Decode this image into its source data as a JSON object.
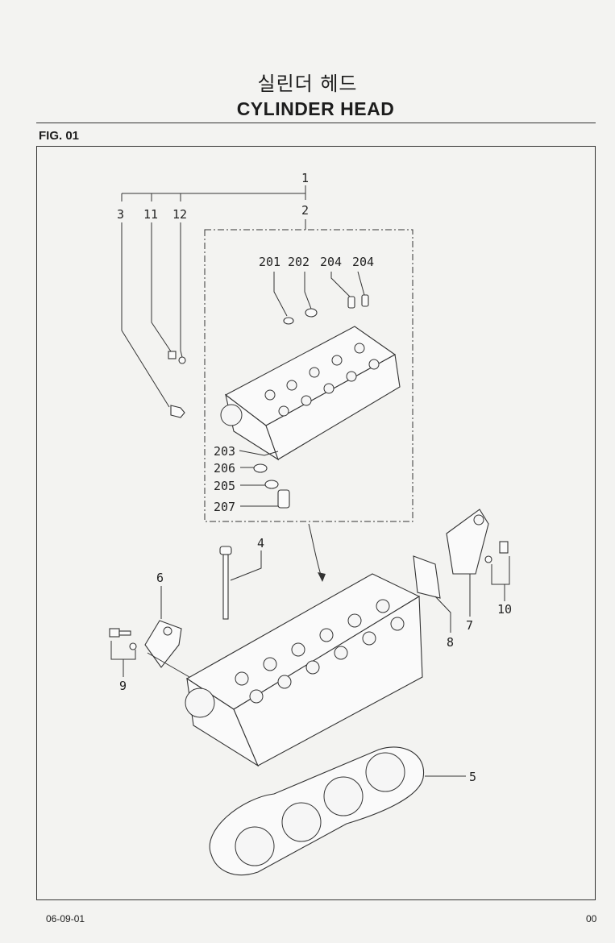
{
  "header": {
    "title_korean": "실린더 헤드",
    "title_english": "CYLINDER HEAD",
    "figure_label": "FIG. 01"
  },
  "callouts": {
    "c1": "1",
    "c2": "2",
    "c3": "3",
    "c4": "4",
    "c5": "5",
    "c6": "6",
    "c7": "7",
    "c8": "8",
    "c9": "9",
    "c10": "10",
    "c11": "11",
    "c12": "12",
    "c201": "201",
    "c202": "202",
    "c203": "203",
    "c204a": "204",
    "c204b": "204",
    "c205": "205",
    "c206": "206",
    "c207": "207"
  },
  "footer": {
    "date": "06-09-01",
    "page": "00"
  }
}
